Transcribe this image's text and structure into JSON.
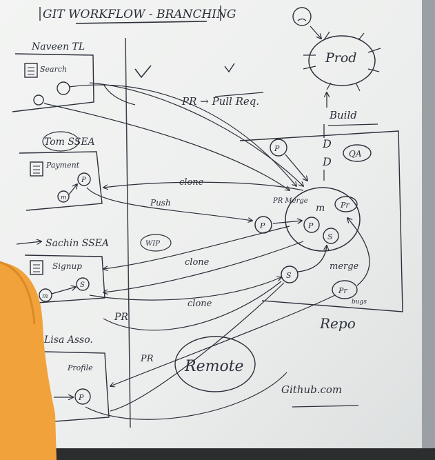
{
  "board": {
    "title": "GIT WORKFLOW - BRANCHING",
    "team_lead": "Naveen TL",
    "sdet_1": "Tom SSEA",
    "sdet_2": "Sachin SSEA",
    "associate": "Lisa Asso.",
    "pull_request": "PR → Pull Req.",
    "prod": "Prod",
    "build": "Build",
    "qa": "QA",
    "pr_merge": "PR Merge",
    "clone_label": "clone",
    "push_label": "Push",
    "merge_label": "merge",
    "bugs_label": "bugs",
    "pr_label": "PR",
    "repo": "Repo",
    "remote": "Remote",
    "github": "Github.com",
    "wip": "WIP"
  },
  "modules": {
    "search": "Search",
    "payment": "Payment",
    "signup": "Signup",
    "profile": "Profile"
  },
  "colors": {
    "whiteboard": "#eef0ef",
    "marker": "#2b2f3a",
    "frame": "#8a8e92",
    "person": "#f2a23a"
  }
}
